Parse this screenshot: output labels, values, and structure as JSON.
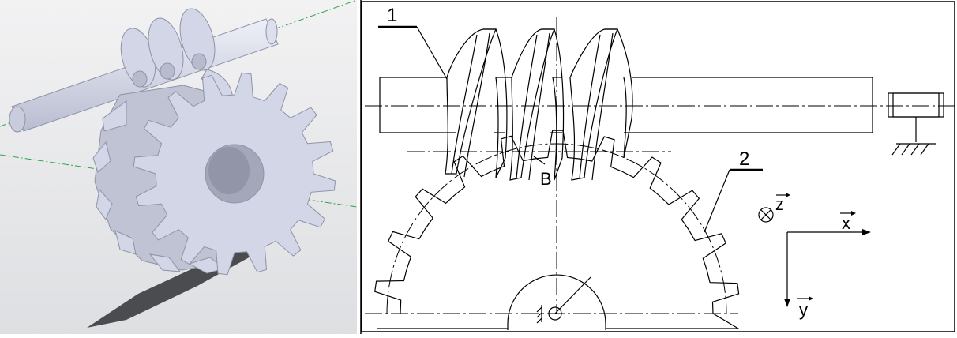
{
  "labels": {
    "worm_label": "1",
    "wheel_label": "2",
    "point_label": "B",
    "axis_x": "x",
    "axis_y": "y",
    "axis_z": "z"
  },
  "colors": {
    "render_background": "#e6e7e9",
    "gear_fill": "#d3d6e6",
    "center_line": "#2aa34a",
    "line": "#000000"
  },
  "icons": {
    "z_axis_symbol": "circled-times-icon",
    "support_symbol": "ground-support-icon",
    "bearing_symbol": "bearing-icon"
  }
}
